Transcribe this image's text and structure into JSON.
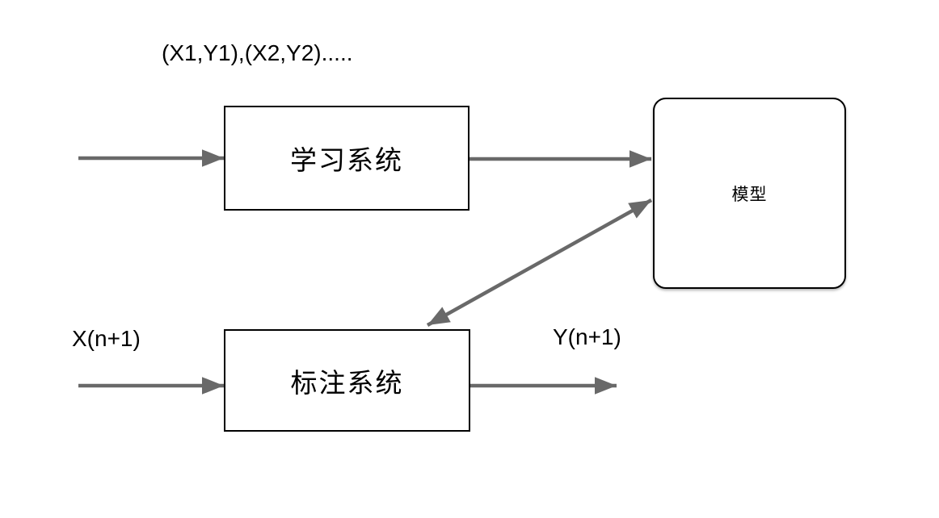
{
  "colors": {
    "arrow": "#696969",
    "box_border": "#000000",
    "text": "#000000",
    "background": "#ffffff"
  },
  "annotations": {
    "training_data": "(X1,Y1),(X2,Y2).....",
    "input": "X(n+1)",
    "output": "Y(n+1)"
  },
  "nodes": {
    "learning_system": {
      "label": "学习系统",
      "shape": "rectangle"
    },
    "model": {
      "label": "模型",
      "shape": "rounded-rectangle"
    },
    "annotation_system": {
      "label": "标注系统",
      "shape": "rectangle"
    }
  },
  "edges": [
    {
      "name": "input-to-learning-system",
      "type": "arrow"
    },
    {
      "name": "learning-system-to-model",
      "type": "arrow"
    },
    {
      "name": "model-annotation-system-link",
      "type": "double-arrow"
    },
    {
      "name": "input-to-annotation-system",
      "type": "arrow"
    },
    {
      "name": "annotation-system-to-output",
      "type": "arrow"
    }
  ]
}
